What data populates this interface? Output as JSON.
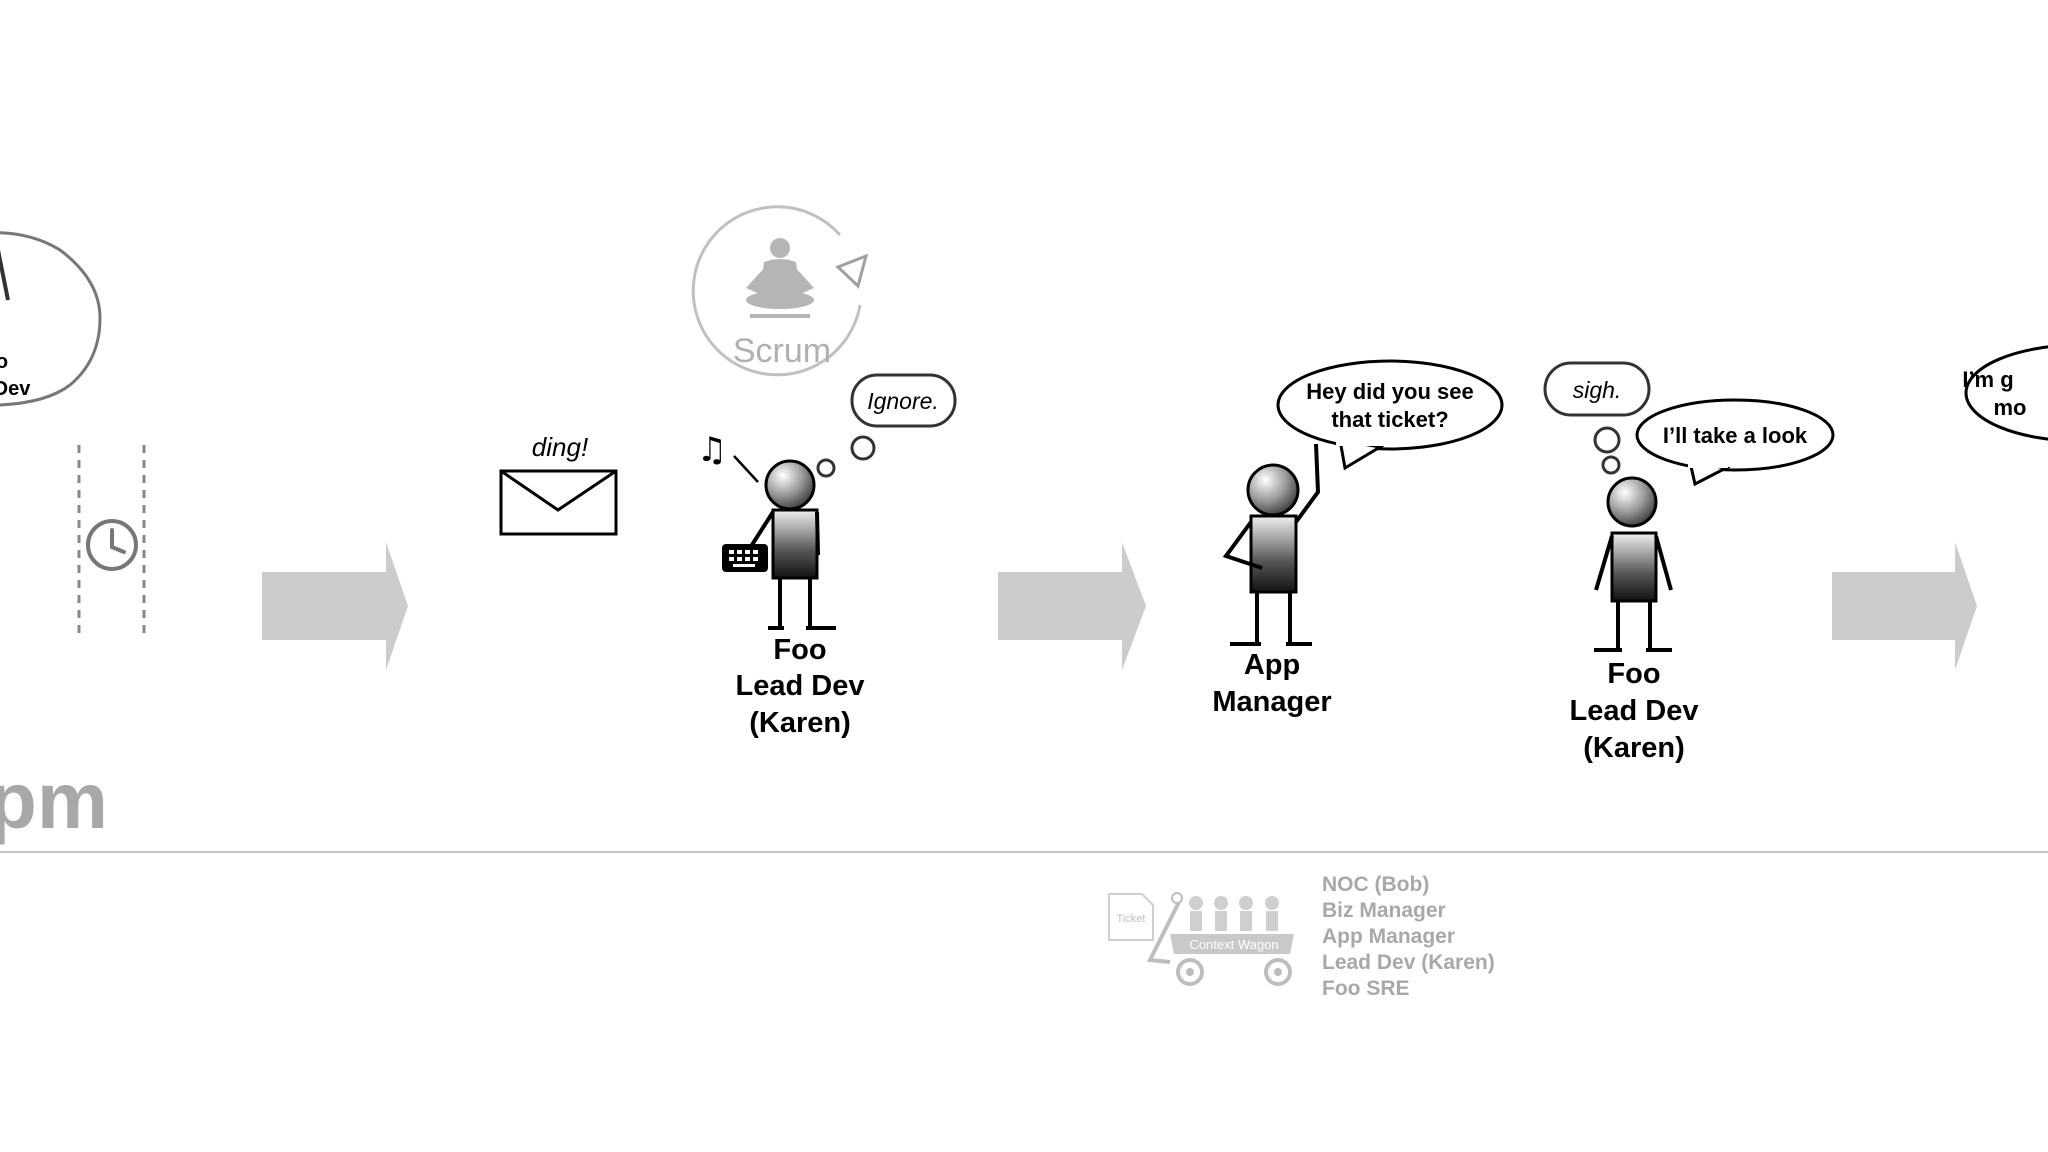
{
  "slide": {
    "time_suffix": "pm",
    "left_partial": {
      "line1": "o",
      "line2": "Dev"
    },
    "email": {
      "sound": "ding!"
    },
    "scrum": {
      "label": "Scrum"
    },
    "karen1": {
      "thought": "Ignore.",
      "name_line1": "Foo",
      "name_line2": "Lead Dev",
      "name_line3": "(Karen)"
    },
    "app_manager": {
      "speech_line1": "Hey did you see",
      "speech_line2": "that ticket?",
      "name_line1": "App",
      "name_line2": "Manager"
    },
    "karen2": {
      "thought": "sigh.",
      "speech": "I’ll take a look",
      "name_line1": "Foo",
      "name_line2": "Lead Dev",
      "name_line3": "(Karen)"
    },
    "right_partial": {
      "line1": "I’m g",
      "line2": "mo"
    },
    "context_wagon": {
      "ticket_label": "Ticket",
      "wagon_label": "Context Wagon",
      "passengers": [
        "NOC (Bob)",
        "Biz Manager",
        "App Manager",
        "Lead Dev (Karen)",
        "Foo SRE"
      ]
    }
  }
}
